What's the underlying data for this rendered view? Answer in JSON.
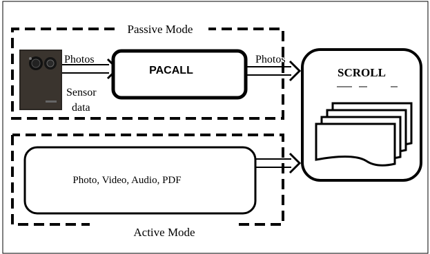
{
  "passive_mode": {
    "label": "Passive Mode",
    "input_photos_label": "Photos",
    "input_sensor_label_line1": "Sensor",
    "input_sensor_label_line2": "data",
    "processor_label": "PACALL",
    "output_label": "Photos"
  },
  "active_mode": {
    "label": "Active Mode",
    "content_label": "Photo, Video, Audio, PDF"
  },
  "destination": {
    "label": "SCROLL"
  },
  "icons": {
    "camera": "wearable-camera-icon",
    "documents": "document-stack-icon"
  }
}
